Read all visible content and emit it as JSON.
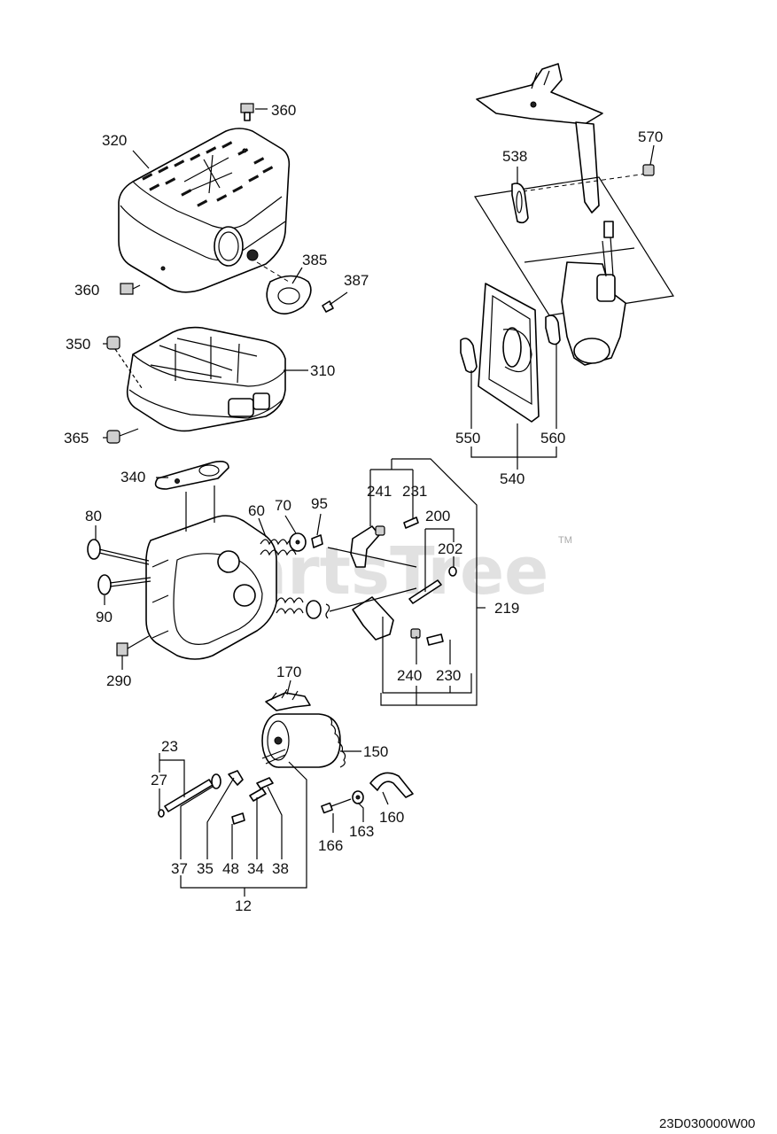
{
  "watermark": "PartsTree",
  "trademark": "TM",
  "diagram_code": "23D030000W00",
  "part_labels": {
    "p360a": "360",
    "p320": "320",
    "p360b": "360",
    "p385": "385",
    "p387": "387",
    "p350": "350",
    "p310": "310",
    "p365": "365",
    "p340": "340",
    "p80": "80",
    "p90": "90",
    "p290": "290",
    "p60": "60",
    "p70": "70",
    "p95": "95",
    "p241": "241",
    "p231": "231",
    "p200": "200",
    "p202": "202",
    "p219": "219",
    "p240": "240",
    "p230": "230",
    "p538": "538",
    "p570": "570",
    "p550": "550",
    "p560": "560",
    "p540": "540",
    "p170": "170",
    "p150": "150",
    "p23": "23",
    "p27": "27",
    "p160": "160",
    "p163": "163",
    "p166": "166",
    "p37": "37",
    "p35": "35",
    "p48": "48",
    "p34": "34",
    "p38": "38",
    "p12": "12"
  }
}
